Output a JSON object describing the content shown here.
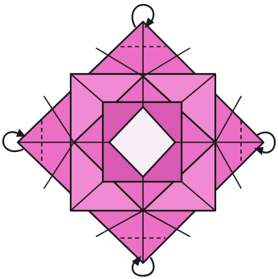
{
  "figure": {
    "description_icon": "origami-fold-diagram-icon",
    "colors": {
      "paper": "#ec6fc6",
      "paper_light": "#f08ad3",
      "paper_shade": "#d95ab3",
      "center": "#f6eef4",
      "line": "#1a1a1a"
    },
    "arrows": [
      "fold-behind-arrow-top",
      "fold-behind-arrow-right",
      "fold-behind-arrow-bottom",
      "fold-behind-arrow-left"
    ]
  }
}
